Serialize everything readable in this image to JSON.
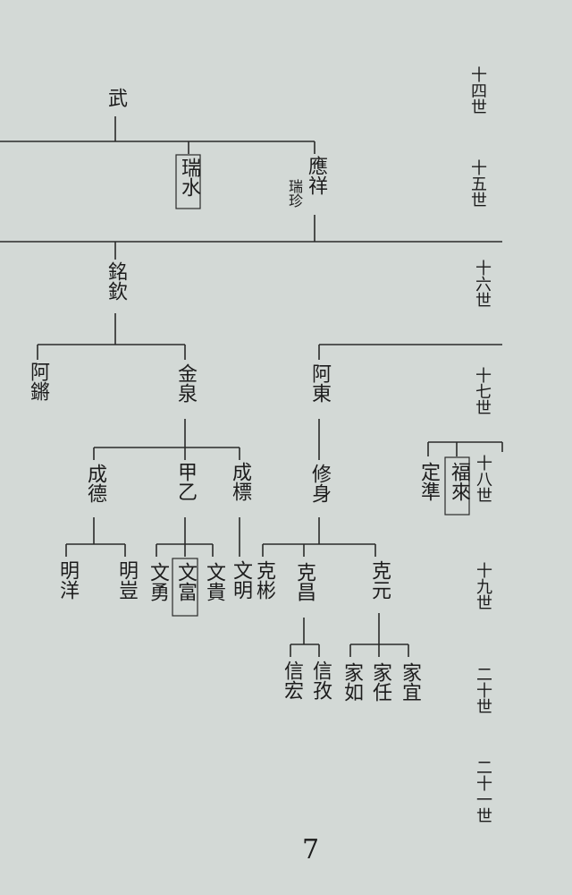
{
  "generations": [
    "十四世",
    "十五世",
    "十六世",
    "十七世",
    "十八世",
    "十九世",
    "二十世",
    "二十一世"
  ],
  "names": {
    "g14_wu": "武",
    "g15_ruishui": "瑞水",
    "g15_yingxiang": "應祥",
    "g15_yingxiang_alt": "瑞珍",
    "g16_mingqin": "銘欽",
    "g17_aqiang": "阿鏘",
    "g17_jinquan": "金泉",
    "g17_adong": "阿東",
    "g18_chengde": "成德",
    "g18_jiayi": "甲乙",
    "g18_chengbiao": "成標",
    "g18_xiushen": "修身",
    "g18_dingzhun": "定準",
    "g18_fulai": "福來",
    "g19_mingyang": "明洋",
    "g19_mingqi": "明豈",
    "g19_wenyong": "文勇",
    "g19_wenfu": "文富",
    "g19_wengui": "文貴",
    "g19_wenming": "文明",
    "g19_kebin": "克彬",
    "g19_kechang": "克昌",
    "g19_keyuan": "克元",
    "g20_xinhong": "信宏",
    "g20_xinqi": "信孜",
    "g20_jiaru": "家如",
    "g20_jiaren": "家任",
    "g20_jiayi": "家宜"
  },
  "page_number": "7"
}
